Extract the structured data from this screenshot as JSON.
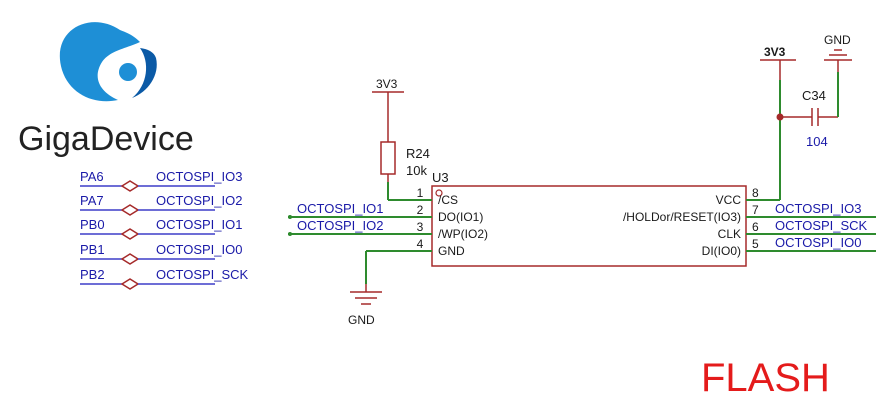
{
  "logo": {
    "text": "GigaDevice",
    "color_blue": "#1e8fd6",
    "color_dark": "#0b5aa6"
  },
  "title": "FLASH",
  "left_nets": [
    {
      "pin": "PA6",
      "net": "OCTOSPI_IO3"
    },
    {
      "pin": "PA7",
      "net": "OCTOSPI_IO2"
    },
    {
      "pin": "PB0",
      "net": "OCTOSPI_IO1"
    },
    {
      "pin": "PB1",
      "net": "OCTOSPI_IO0"
    },
    {
      "pin": "PB2",
      "net": "OCTOSPI_SCK"
    }
  ],
  "resistor": {
    "ref": "R24",
    "value": "10k",
    "supply": "3V3"
  },
  "ic": {
    "ref": "U3",
    "left_pins": [
      {
        "num": "1",
        "name": "/CS",
        "net": ""
      },
      {
        "num": "2",
        "name": "DO(IO1)",
        "net": "OCTOSPI_IO1"
      },
      {
        "num": "3",
        "name": "/WP(IO2)",
        "net": "OCTOSPI_IO2"
      },
      {
        "num": "4",
        "name": "GND",
        "net": ""
      }
    ],
    "right_pins": [
      {
        "num": "8",
        "name": "VCC",
        "net": ""
      },
      {
        "num": "7",
        "name": "/HOLDor/RESET(IO3)",
        "net": "OCTOSPI_IO3"
      },
      {
        "num": "6",
        "name": "CLK",
        "net": "OCTOSPI_SCK"
      },
      {
        "num": "5",
        "name": "DI(IO0)",
        "net": "OCTOSPI_IO0"
      }
    ]
  },
  "gnd_label": "GND",
  "vcc_supply": "3V3",
  "capacitor": {
    "ref": "C34",
    "value": "104",
    "gnd": "GND"
  }
}
